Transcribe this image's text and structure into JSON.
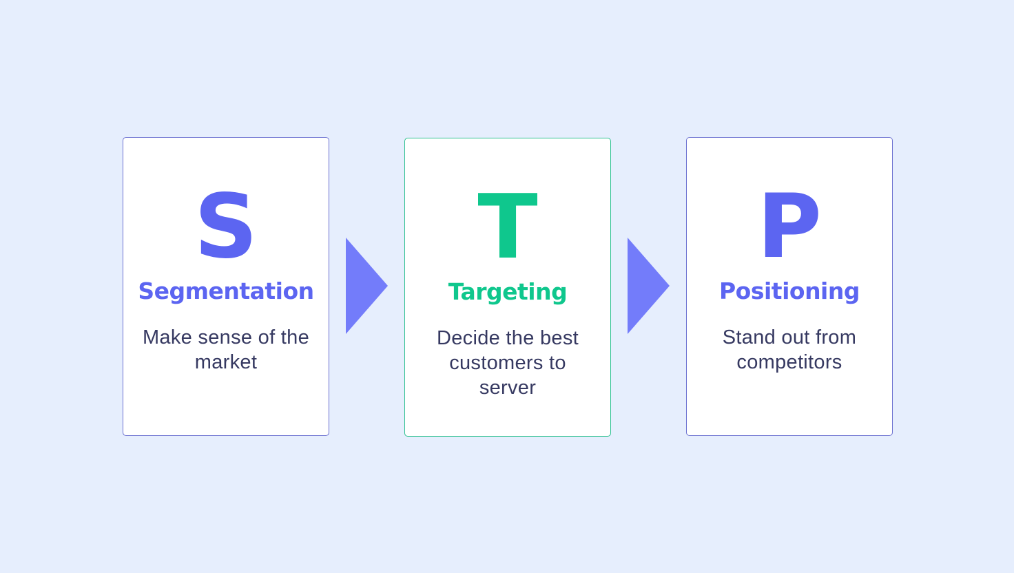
{
  "diagram": {
    "steps": [
      {
        "letter": "S",
        "title": "Segmentation",
        "description": "Make sense of the market",
        "accent_color": "#5c65f1",
        "border_color": "#6a6fd0"
      },
      {
        "letter": "T",
        "title": "Targeting",
        "description": "Decide the best customers to server",
        "accent_color": "#0fc78d",
        "border_color": "#2cc08f"
      },
      {
        "letter": "P",
        "title": "Positioning",
        "description": "Stand out from competitors",
        "accent_color": "#5c65f1",
        "border_color": "#6a6fd0"
      }
    ],
    "arrow_color": "#737cfa",
    "background_color": "#e6eefd",
    "description_color": "#363961"
  }
}
